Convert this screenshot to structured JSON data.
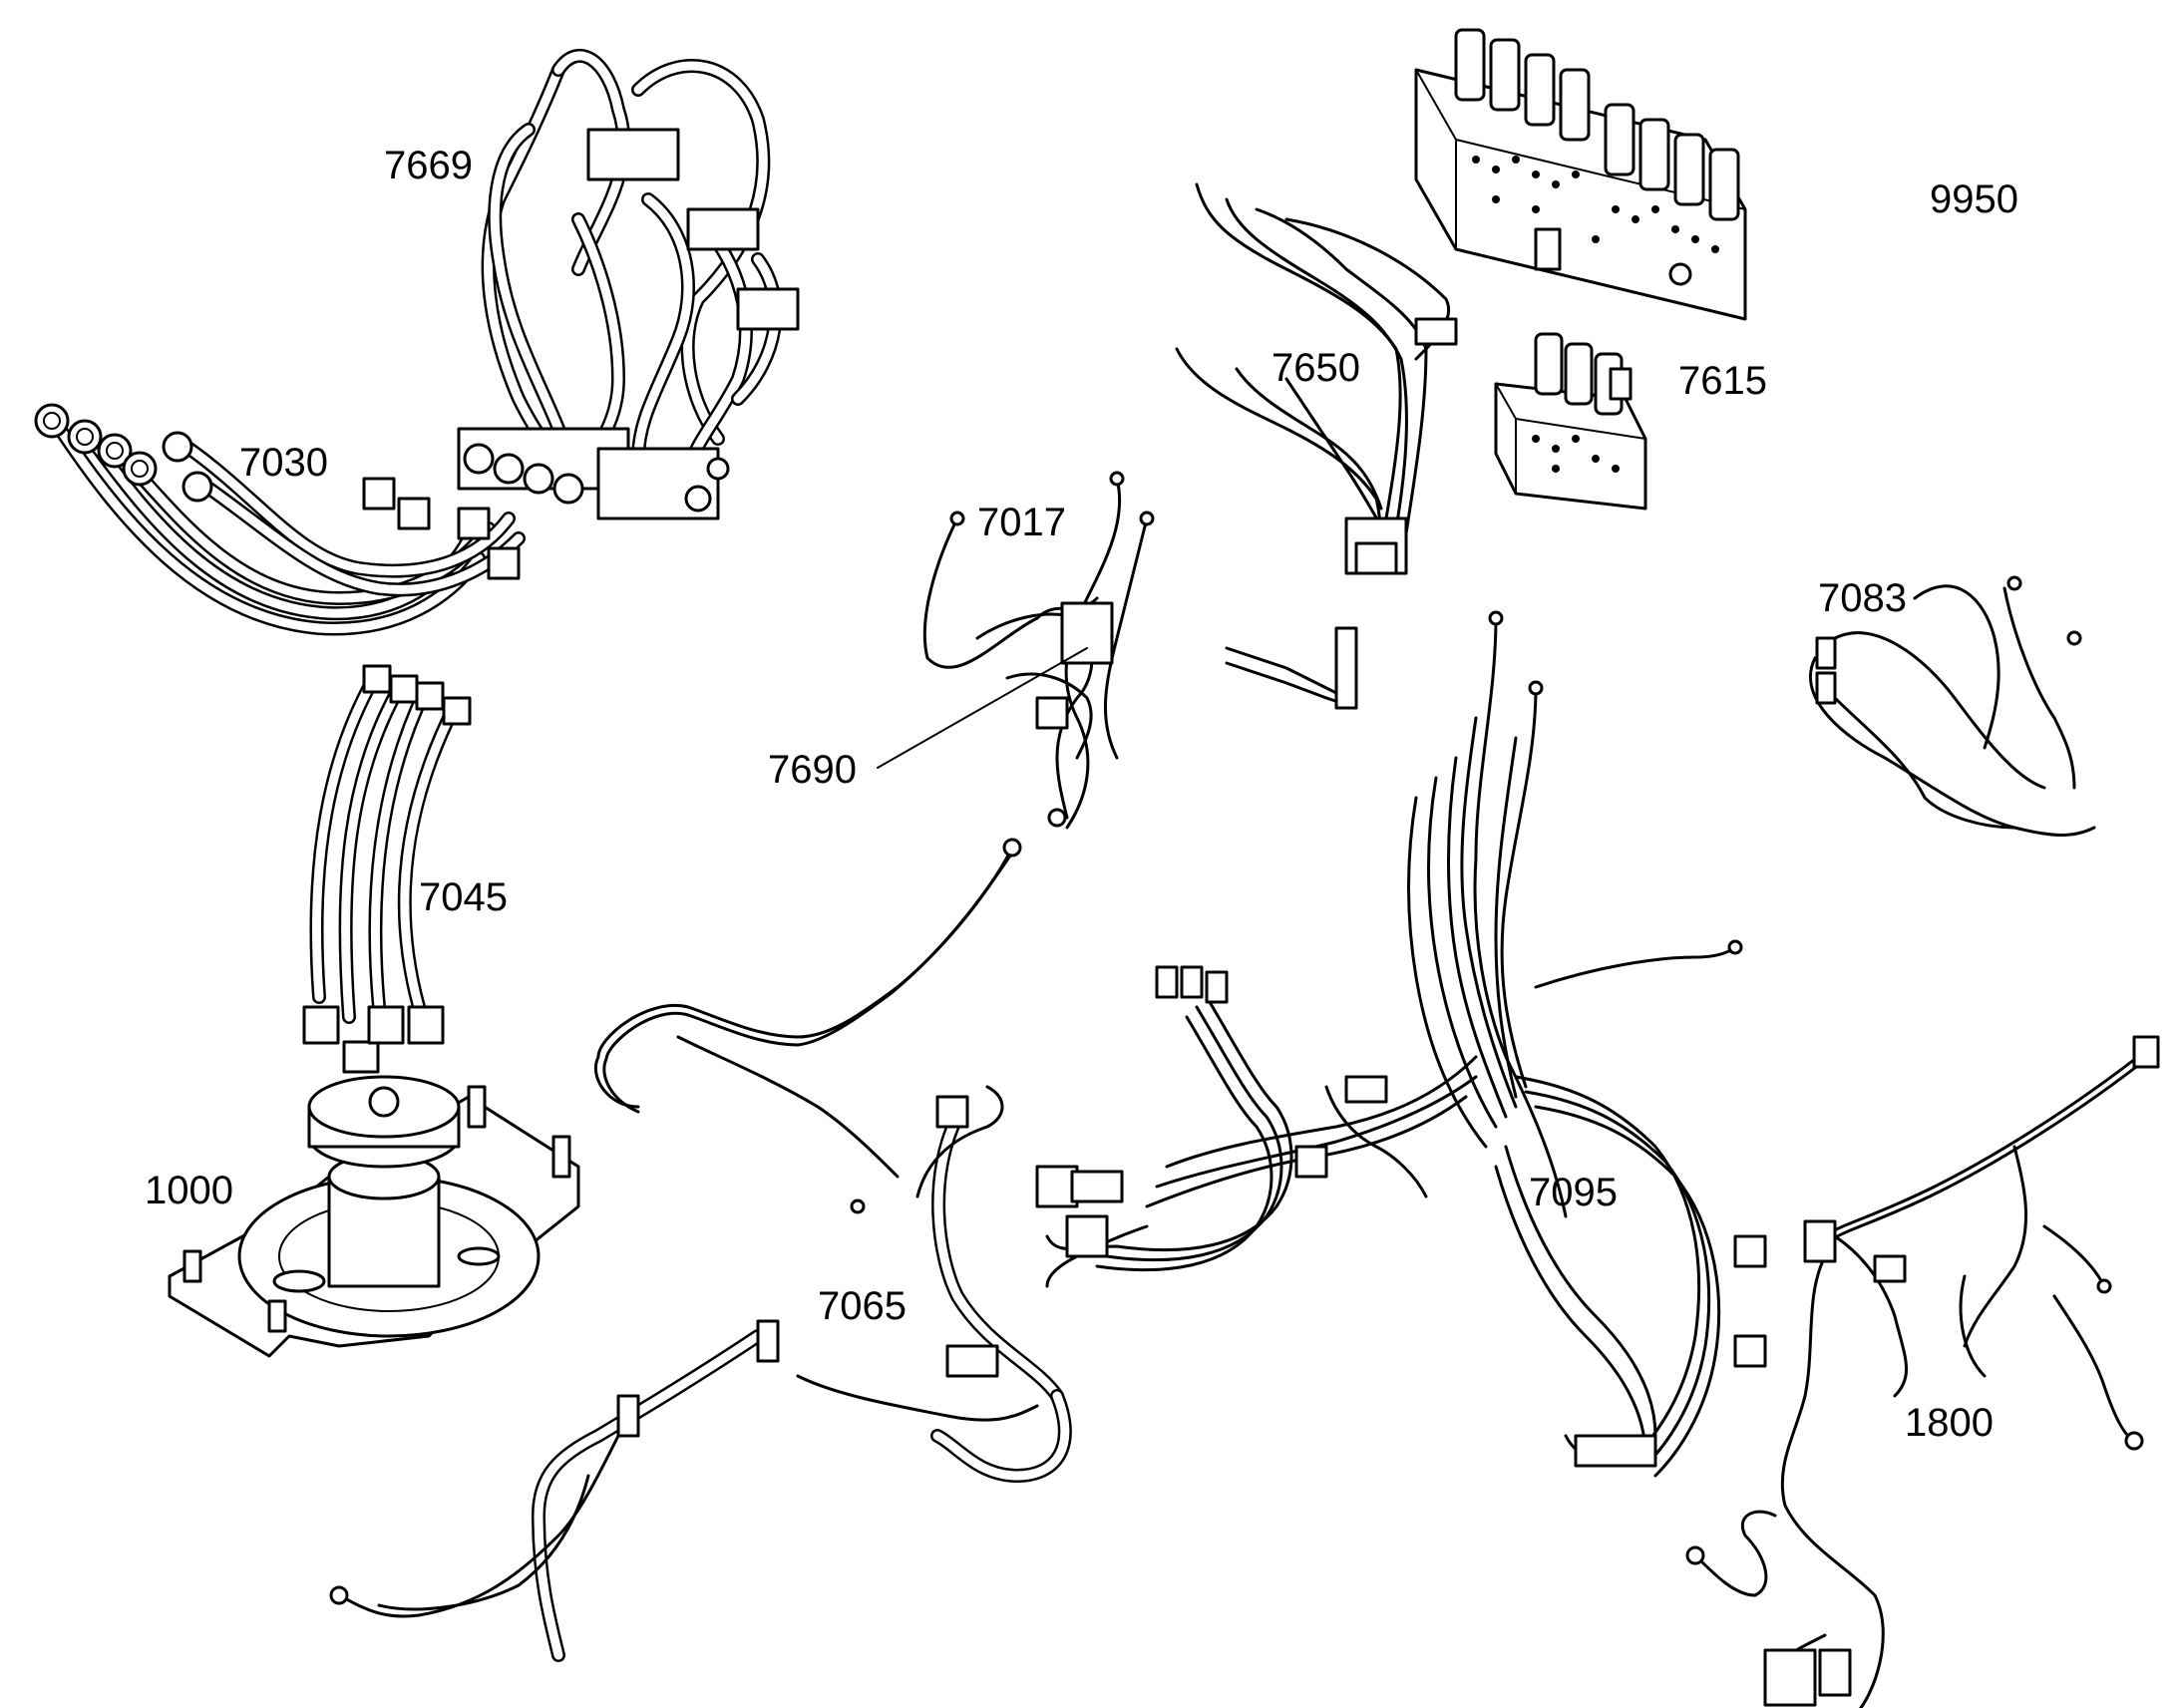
{
  "parts": [
    {
      "id": "p9950",
      "label": "9950"
    },
    {
      "id": "p7669",
      "label": "7669"
    },
    {
      "id": "p7030",
      "label": "7030"
    },
    {
      "id": "p7650",
      "label": "7650"
    },
    {
      "id": "p7615",
      "label": "7615"
    },
    {
      "id": "p7017",
      "label": "7017"
    },
    {
      "id": "p7083",
      "label": "7083"
    },
    {
      "id": "p7690",
      "label": "7690"
    },
    {
      "id": "p7045",
      "label": "7045"
    },
    {
      "id": "p1000",
      "label": "1000"
    },
    {
      "id": "p7095",
      "label": "7095"
    },
    {
      "id": "p7065",
      "label": "7065"
    },
    {
      "id": "p1800",
      "label": "1800"
    }
  ]
}
